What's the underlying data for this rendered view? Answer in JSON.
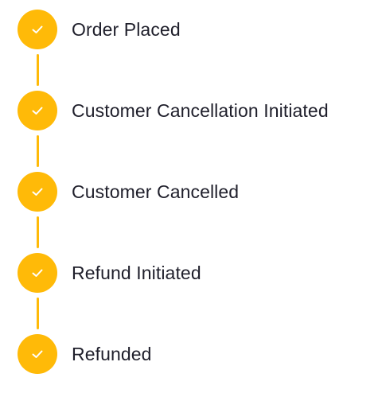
{
  "theme": {
    "accent": "#FFBA08",
    "text": "#1f1f2b",
    "check": "#ffffff"
  },
  "timeline": {
    "steps": [
      {
        "label": "Order Placed",
        "status": "completed",
        "icon": "check-icon"
      },
      {
        "label": "Customer Cancellation Initiated",
        "status": "completed",
        "icon": "check-icon"
      },
      {
        "label": "Customer Cancelled",
        "status": "completed",
        "icon": "check-icon"
      },
      {
        "label": "Refund Initiated",
        "status": "completed",
        "icon": "check-icon"
      },
      {
        "label": "Refunded",
        "status": "completed",
        "icon": "check-icon"
      }
    ]
  }
}
